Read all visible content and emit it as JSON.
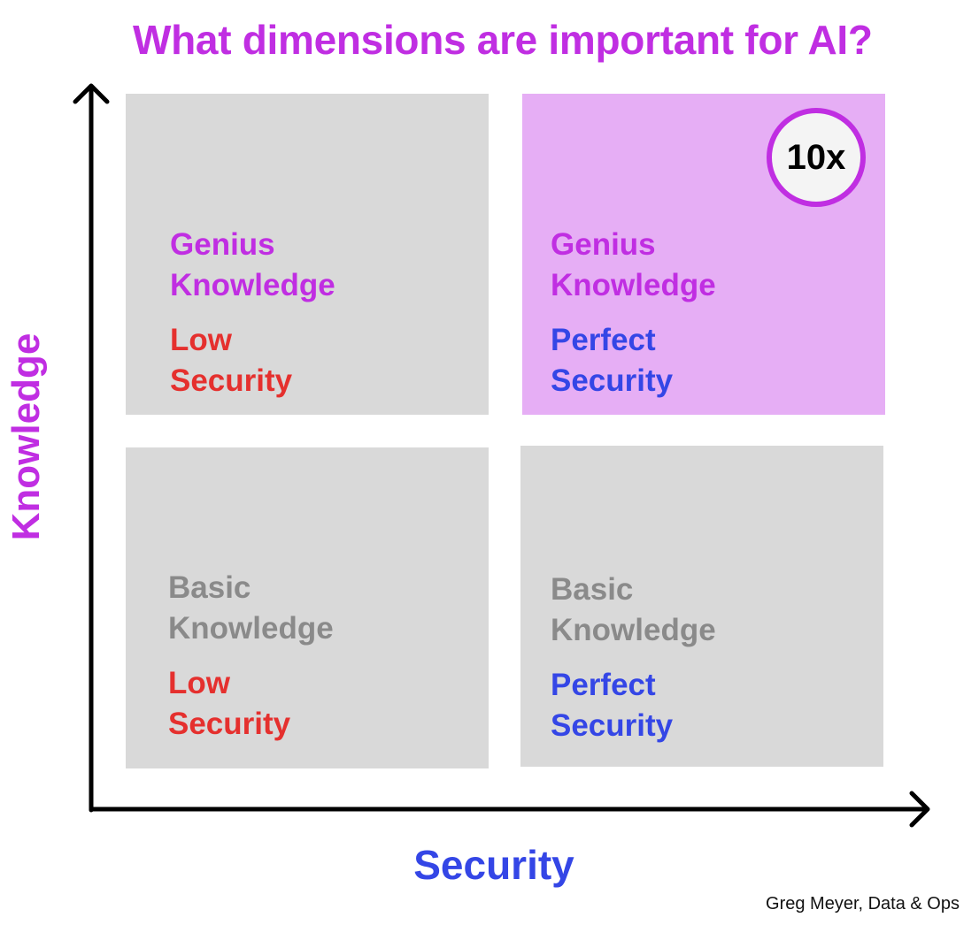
{
  "title": "What dimensions are important for AI?",
  "axes": {
    "y_label": "Knowledge",
    "x_label": "Security"
  },
  "quadrants": {
    "top_left": {
      "knowledge_line1": "Genius",
      "knowledge_line2": "Knowledge",
      "security_line1": "Low",
      "security_line2": "Security",
      "highlighted": false
    },
    "top_right": {
      "knowledge_line1": "Genius",
      "knowledge_line2": "Knowledge",
      "security_line1": "Perfect",
      "security_line2": "Security",
      "highlighted": true,
      "badge": "10x"
    },
    "bottom_left": {
      "knowledge_line1": "Basic",
      "knowledge_line2": "Knowledge",
      "security_line1": "Low",
      "security_line2": "Security",
      "highlighted": false
    },
    "bottom_right": {
      "knowledge_line1": "Basic",
      "knowledge_line2": "Knowledge",
      "security_line1": "Perfect",
      "security_line2": "Security",
      "highlighted": false
    }
  },
  "colors": {
    "genius": "#c02ee2",
    "basic": "#8a8a8a",
    "low_security": "#e5302e",
    "perfect_security": "#3446e6",
    "highlight_fill": "#e6aef5",
    "quadrant_fill": "#d9d9d9"
  },
  "credit": "Greg Meyer, Data & Ops"
}
